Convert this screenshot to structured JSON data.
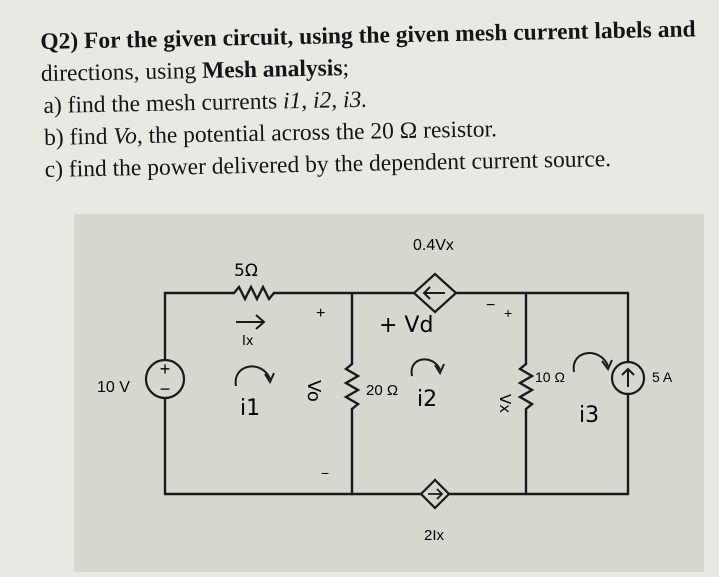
{
  "question": {
    "line1": "Q2) For the given circuit, using the given mesh current labels and",
    "line2_pre": "directions, using ",
    "line2_bold": "Mesh analysis",
    "line2_post": ";",
    "part_a_pre": "a) find the mesh currents ",
    "part_a_vars": "i1, i2, i3.",
    "part_b_pre": "b) find ",
    "part_b_var": "Vo",
    "part_b_post": ", the potential across the 20 Ω resistor.",
    "part_c": "c) find the power delivered by the dependent current source."
  },
  "circuit": {
    "voltage_source_label": "10 V",
    "voltage_source_plus": "+",
    "voltage_source_minus": "−",
    "r1_label": "5Ω",
    "ix_label": "Ix",
    "dep_voltage_source_label": "0.4Vx",
    "r2_label": "20 Ω",
    "r3_label": "10 Ω",
    "current_source_label": "5 A",
    "dep_current_source_label": "2Ix",
    "vo_label": "Vo",
    "vx_label": "Vx",
    "vd_label": "+ Vd",
    "mesh1_label": "i1",
    "mesh2_label": "i2",
    "mesh3_label": "i3",
    "plus_sign": "+",
    "minus_sign": "−"
  },
  "colors": {
    "paper": "#e9e8e3",
    "figure_bg": "#d7d6cf",
    "ink": "#151515"
  }
}
